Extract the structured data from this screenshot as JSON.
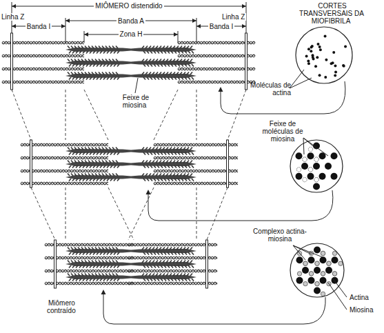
{
  "diagram": {
    "nodes": [
      {
        "text": [
          "Moléculas de actina"
        ]
      },
      {
        "text": [
          "Feixe de moléculas de miosina"
        ]
      },
      {
        "text": [
          "Complexo actina-miosina"
        ]
      }
    ],
    "labels": [
      "MIÔMERO distendido",
      "Linha Z",
      "Linha Z",
      "Banda I",
      "Banda A",
      "Banda I",
      "Zona H",
      "Feixe de miosina",
      "CORTES TRANSVERSAIS DA MIOFIBRILA",
      "Actina",
      "Miosina",
      "Miômero contraído"
    ]
  }
}
